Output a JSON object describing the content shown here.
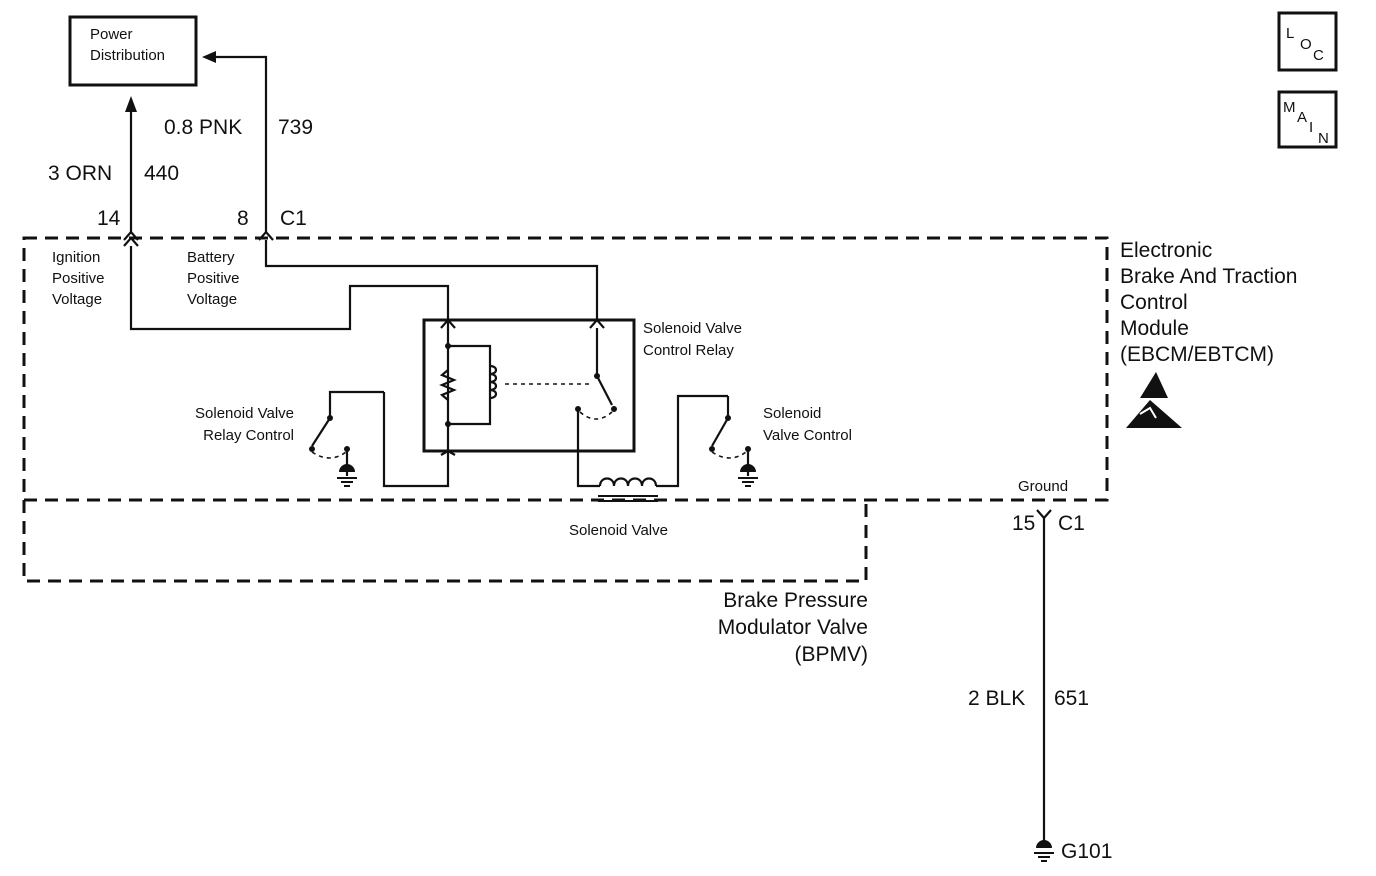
{
  "modules": {
    "power_distribution": "Power\nDistribution",
    "ebcm": [
      "Electronic",
      "Brake And Traction",
      "Control",
      "Module",
      "(EBCM/EBTCM)"
    ],
    "bpmv": [
      "Brake Pressure",
      "Modulator Valve",
      "(BPMV)"
    ]
  },
  "wires": {
    "ign": {
      "size_color": "3 ORN",
      "circuit": "440",
      "pin": "14"
    },
    "batt": {
      "size_color": "0.8 PNK",
      "circuit": "739",
      "pin": "8",
      "connector": "C1"
    },
    "ground": {
      "size_color": "2 BLK",
      "circuit": "651",
      "pin": "15",
      "connector": "C1"
    }
  },
  "labels": {
    "ignition": [
      "Ignition",
      "Positive",
      "Voltage"
    ],
    "battery": [
      "Battery",
      "Positive",
      "Voltage"
    ],
    "relay": [
      "Solenoid Valve",
      "Control Relay"
    ],
    "relay_control": [
      "Solenoid Valve",
      "Relay Control"
    ],
    "valve_control": [
      "Solenoid",
      "Valve Control"
    ],
    "solenoid_valve": "Solenoid Valve",
    "ground": "Ground",
    "ground_point": "G101"
  },
  "badges": {
    "loc": [
      "L",
      "O",
      "C"
    ],
    "main": [
      "M",
      "A",
      "I",
      "N"
    ]
  },
  "icons": [
    "esd-warning-icon",
    "ground-icon",
    "connector-pin-icon"
  ]
}
